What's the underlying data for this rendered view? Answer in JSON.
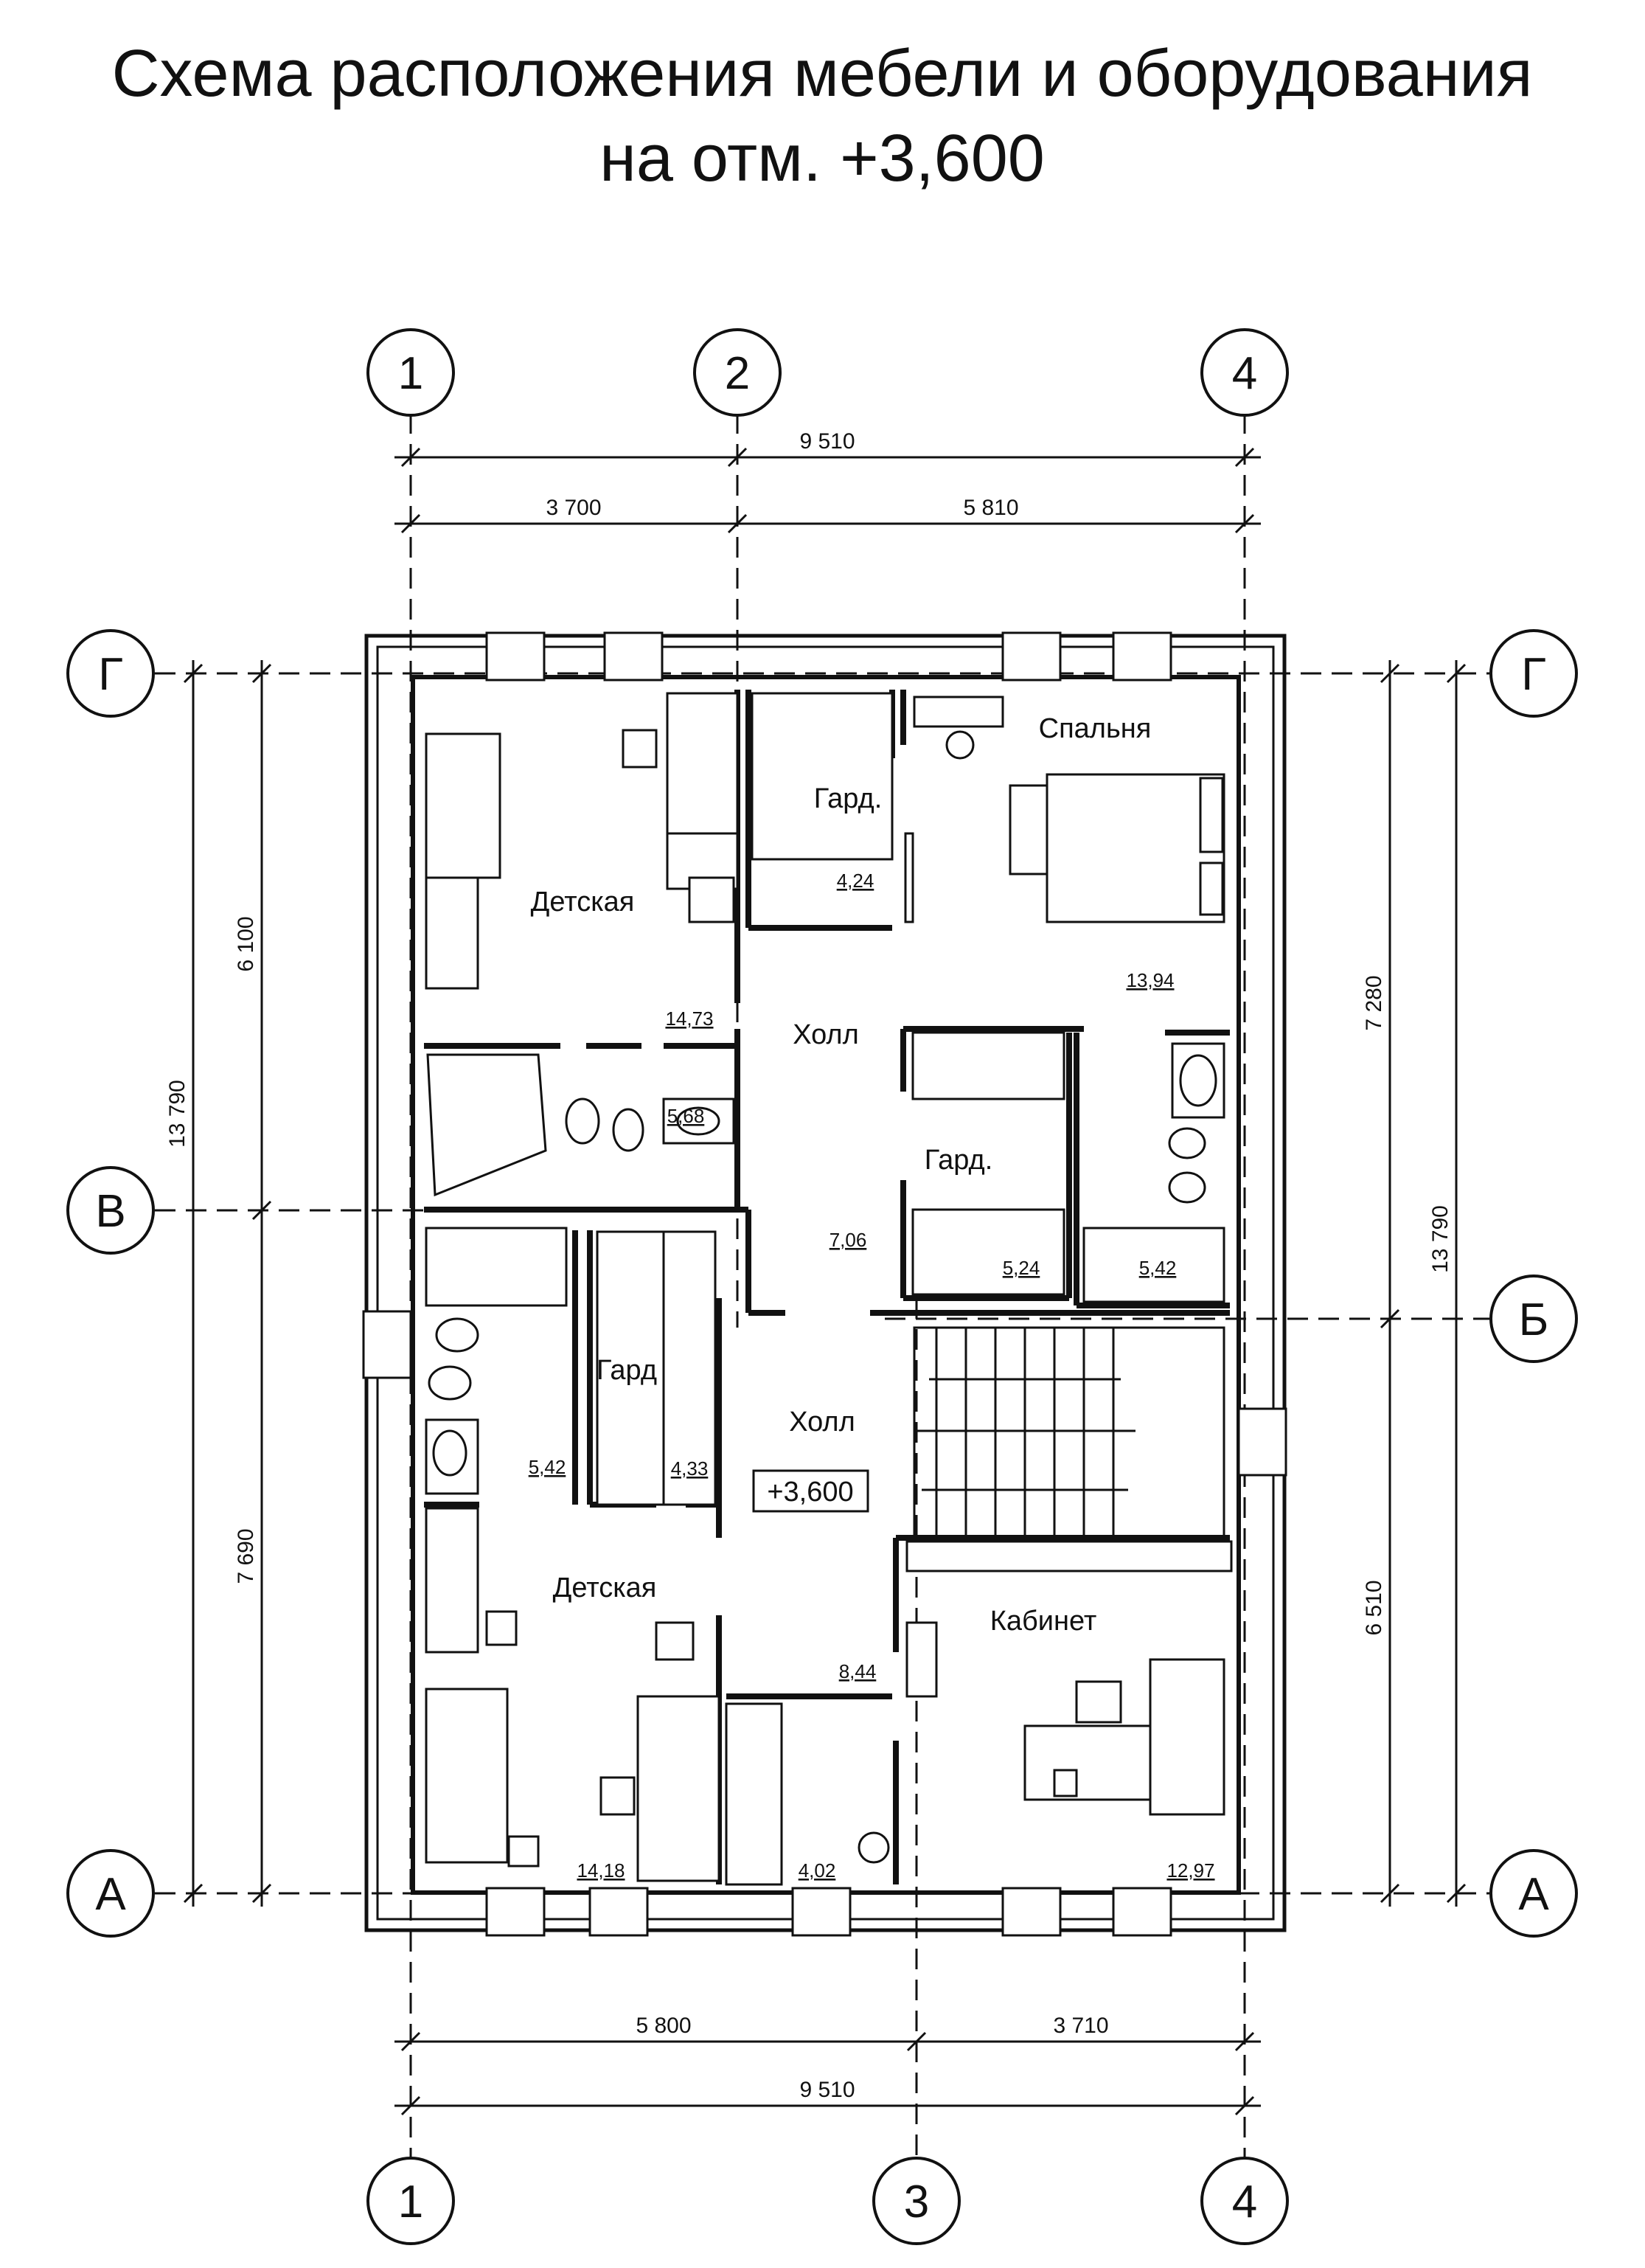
{
  "title": {
    "line1": "Схема расположения мебели и оборудования",
    "line2": "на отм. +3,600"
  },
  "axes": {
    "top": [
      "1",
      "2",
      "4"
    ],
    "bottom": [
      "1",
      "3",
      "4"
    ],
    "left": [
      "Г",
      "В",
      "А"
    ],
    "right": [
      "Г",
      "Б",
      "А"
    ]
  },
  "dimensions": {
    "top_total": "9 510",
    "top_left": "3 700",
    "top_right": "5 810",
    "bottom_left": "5 800",
    "bottom_right": "3 710",
    "bottom_total": "9 510",
    "left_total": "13 790",
    "left_upper": "6 100",
    "left_lower": "7 690",
    "right_upper": "7 280",
    "right_total": "13 790",
    "right_lower": "6 510"
  },
  "rooms": {
    "detskaya_top": "Детская",
    "gard_top": "Гард.",
    "spalnya": "Спальня",
    "holl_top": "Холл",
    "gard_mid": "Гард.",
    "gard_low": "Гард",
    "holl_low": "Холл",
    "detskaya_low": "Детская",
    "kabinet": "Кабинет"
  },
  "level_mark": "+3,600",
  "areas": {
    "detskaya_top": "14,73",
    "gard_top": "4,24",
    "spalnya": "13,94",
    "bath_top_left": "5,68",
    "holl_top": "7,06",
    "gard_mid": "5,24",
    "bath_right": "5,42",
    "bath_left": "5,42",
    "gard_low": "4,33",
    "holl_low": "8,44",
    "detskaya_low": "14,18",
    "closet_low": "4,02",
    "kabinet": "12,97"
  }
}
